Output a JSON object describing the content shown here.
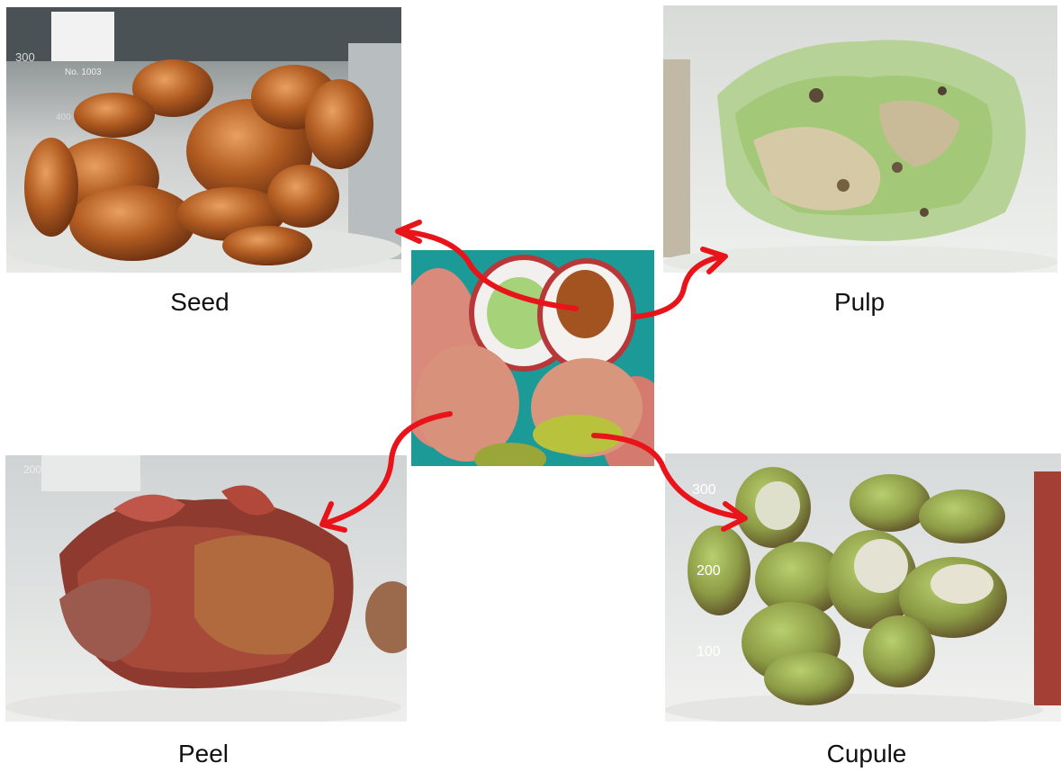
{
  "panels": {
    "seed": {
      "label": "Seed"
    },
    "pulp": {
      "label": "Pulp"
    },
    "peel": {
      "label": "Peel"
    },
    "cupule": {
      "label": "Cupule"
    }
  },
  "beaker_marks": {
    "seed": [
      "300",
      "No. 1003",
      "400"
    ],
    "peel": [
      "200"
    ],
    "cupule": [
      "300",
      "200",
      "100"
    ]
  },
  "colors": {
    "arrow": "#e8141a",
    "seed_brown": "#a8561f",
    "pulp_green": "#a9cf86",
    "peel_red": "#9a3b2c",
    "cupule_green": "#8dac52",
    "center_bg": "#1c9a98"
  }
}
